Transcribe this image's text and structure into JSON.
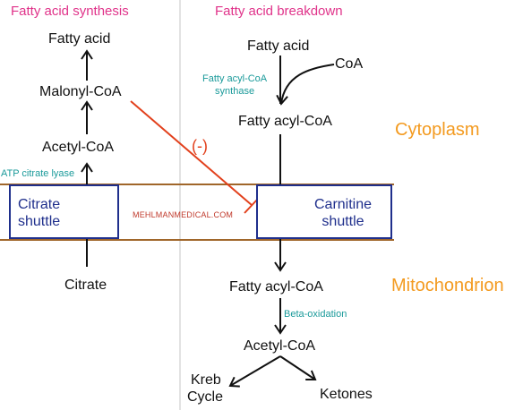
{
  "headers": {
    "synthesis": "Fatty acid synthesis",
    "breakdown": "Fatty acid breakdown"
  },
  "synthesis": {
    "fatty_acid": "Fatty acid",
    "malonyl_coa": "Malonyl-CoA",
    "acetyl_coa": "Acetyl-CoA",
    "enzyme": "ATP citrate lyase",
    "shuttle_label_line1": "Citrate",
    "shuttle_label_line2": "shuttle",
    "citrate": "Citrate"
  },
  "breakdown": {
    "fatty_acid": "Fatty acid",
    "coa": "CoA",
    "enzyme_line1": "Fatty acyl-CoA",
    "enzyme_line2": "synthase",
    "fatty_acyl_coa_cyto": "Fatty acyl-CoA",
    "shuttle_label_line1": "Carnitine",
    "shuttle_label_line2": "shuttle",
    "fatty_acyl_coa_mito": "Fatty acyl-CoA",
    "beta_oxidation": "Beta-oxidation",
    "acetyl_coa": "Acetyl-CoA",
    "kreb_line1": "Kreb",
    "kreb_line2": "Cycle",
    "ketones": "Ketones"
  },
  "locations": {
    "cytoplasm": "Cytoplasm",
    "mitochondrion": "Mitochondrion"
  },
  "inhibition_label": "(-)",
  "watermark": "MEHLMANMEDICAL.COM",
  "colors": {
    "header": "#e0338a",
    "enzyme": "#1a9a9a",
    "location": "#f39a1f",
    "membrane": "#a0662a",
    "shuttle_border": "#1f2f8c",
    "inhibition": "#e2401c",
    "divider": "#d9d9d9"
  }
}
